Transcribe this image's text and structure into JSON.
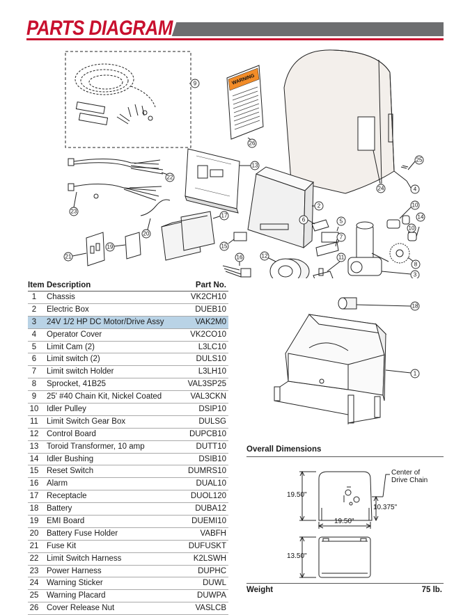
{
  "header": {
    "title": "PARTS DIAGRAM"
  },
  "diagram": {
    "warning_label": "WARNING",
    "callouts": [
      "1",
      "2",
      "3",
      "4",
      "5",
      "6",
      "7",
      "8",
      "9",
      "10",
      "10",
      "11",
      "12",
      "13",
      "14",
      "15",
      "16",
      "17",
      "18",
      "19",
      "20",
      "21",
      "22",
      "23",
      "24",
      "25",
      "26"
    ]
  },
  "parts_table": {
    "headers": {
      "item": "Item",
      "description": "Description",
      "part_no": "Part No."
    },
    "highlight_color": "#b9d3e6",
    "rows": [
      {
        "item": "1",
        "description": "Chassis",
        "part_no": "VK2CH10"
      },
      {
        "item": "2",
        "description": "Electric Box",
        "part_no": "DUEB10"
      },
      {
        "item": "3",
        "description": "24V 1/2 HP DC Motor/Drive Assy",
        "part_no": "VAK2M0",
        "highlighted": true
      },
      {
        "item": "4",
        "description": "Operator Cover",
        "part_no": "VK2CO10"
      },
      {
        "item": "5",
        "description": "Limit Cam (2)",
        "part_no": "L3LC10"
      },
      {
        "item": "6",
        "description": "Limit switch (2)",
        "part_no": "DULS10"
      },
      {
        "item": "7",
        "description": "Limit switch Holder",
        "part_no": "L3LH10"
      },
      {
        "item": "8",
        "description": "Sprocket, 41B25",
        "part_no": "VAL3SP25"
      },
      {
        "item": "9",
        "description": "25' #40 Chain Kit, Nickel Coated",
        "part_no": "VAL3CKN"
      },
      {
        "item": "10",
        "description": "Idler Pulley",
        "part_no": "DSIP10"
      },
      {
        "item": "11",
        "description": "Limit Switch Gear Box",
        "part_no": "DULSG"
      },
      {
        "item": "12",
        "description": "Control Board",
        "part_no": "DUPCB10"
      },
      {
        "item": "13",
        "description": "Toroid Transformer, 10 amp",
        "part_no": "DUTT10"
      },
      {
        "item": "14",
        "description": "Idler Bushing",
        "part_no": "DSIB10"
      },
      {
        "item": "15",
        "description": "Reset Switch",
        "part_no": "DUMRS10"
      },
      {
        "item": "16",
        "description": "Alarm",
        "part_no": "DUAL10"
      },
      {
        "item": "17",
        "description": "Receptacle",
        "part_no": "DUOL120"
      },
      {
        "item": "18",
        "description": "Battery",
        "part_no": "DUBA12"
      },
      {
        "item": "19",
        "description": "EMI Board",
        "part_no": "DUEMI10"
      },
      {
        "item": "20",
        "description": "Battery Fuse Holder",
        "part_no": "VABFH"
      },
      {
        "item": "21",
        "description": "Fuse Kit",
        "part_no": "DUFUSKT"
      },
      {
        "item": "22",
        "description": "Limit Switch Harness",
        "part_no": "K2LSWH"
      },
      {
        "item": "23",
        "description": "Power Harness",
        "part_no": "DUPHC"
      },
      {
        "item": "24",
        "description": "Warning Sticker",
        "part_no": "DUWL"
      },
      {
        "item": "25",
        "description": "Warning Placard",
        "part_no": "DUWPA"
      },
      {
        "item": "26",
        "description": "Cover Release Nut",
        "part_no": "VASLCB"
      }
    ]
  },
  "overall_dimensions": {
    "title": "Overall Dimensions",
    "height": "19.50\"",
    "width": "19.50\"",
    "chain_height": "10.375\"",
    "depth": "13.50\"",
    "center_label_line1": "Center of",
    "center_label_line2": "Drive Chain"
  },
  "weight": {
    "label": "Weight",
    "value": "75 lb."
  },
  "colors": {
    "brand_red": "#c8102e",
    "header_gray": "#6d6e70"
  }
}
